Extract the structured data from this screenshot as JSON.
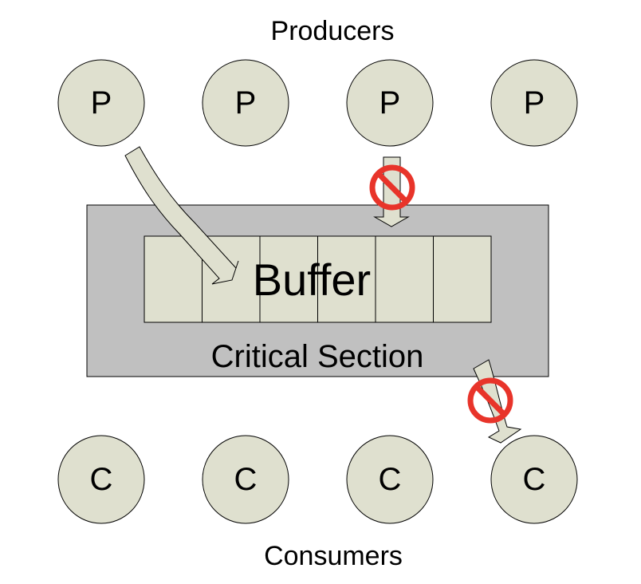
{
  "title_top": "Producers",
  "title_bottom": "Consumers",
  "critical_section_label": "Critical Section",
  "buffer_label": "Buffer",
  "buffer_slots": 6,
  "producers": [
    {
      "label": "P"
    },
    {
      "label": "P"
    },
    {
      "label": "P"
    },
    {
      "label": "P"
    }
  ],
  "consumers": [
    {
      "label": "C"
    },
    {
      "label": "C"
    },
    {
      "label": "C"
    },
    {
      "label": "C"
    }
  ],
  "arrows": [
    {
      "from": "producer-1",
      "to": "buffer",
      "blocked": false
    },
    {
      "from": "producer-3",
      "to": "critical-section",
      "blocked": true
    },
    {
      "from": "critical-section",
      "to": "consumer-4",
      "blocked": true
    }
  ],
  "colors": {
    "node_fill": "#dfe0cf",
    "section_fill": "#c0c0c0",
    "prohibit_red": "#e8342a",
    "stroke": "#000000"
  }
}
